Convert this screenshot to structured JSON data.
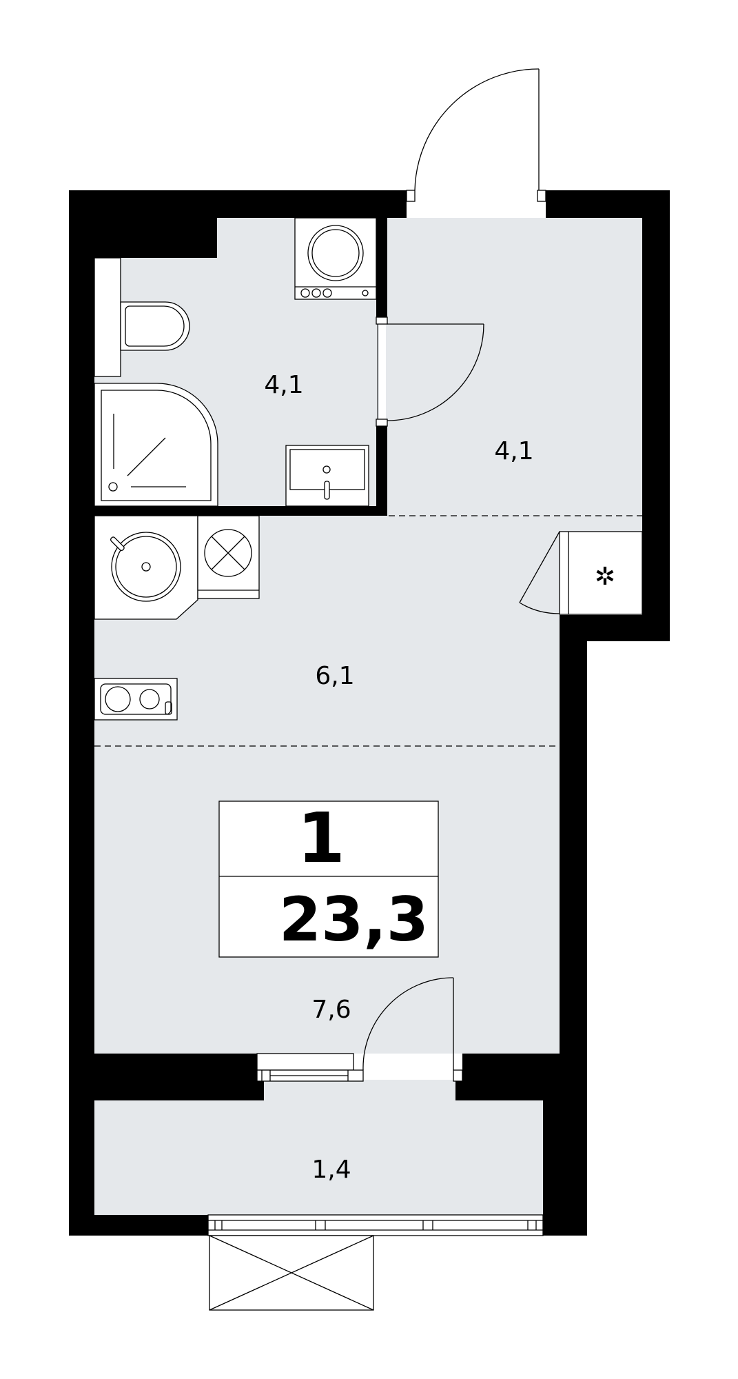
{
  "apartment": {
    "rooms_count": "1",
    "total_area": "23,3"
  },
  "zones": {
    "bathroom_area": "4,1",
    "hallway_area": "4,1",
    "kitchen_area": "6,1",
    "living_area": "7,6",
    "balcony_area": "1,4"
  },
  "icons": {
    "ventilation": "asterisk-icon"
  }
}
